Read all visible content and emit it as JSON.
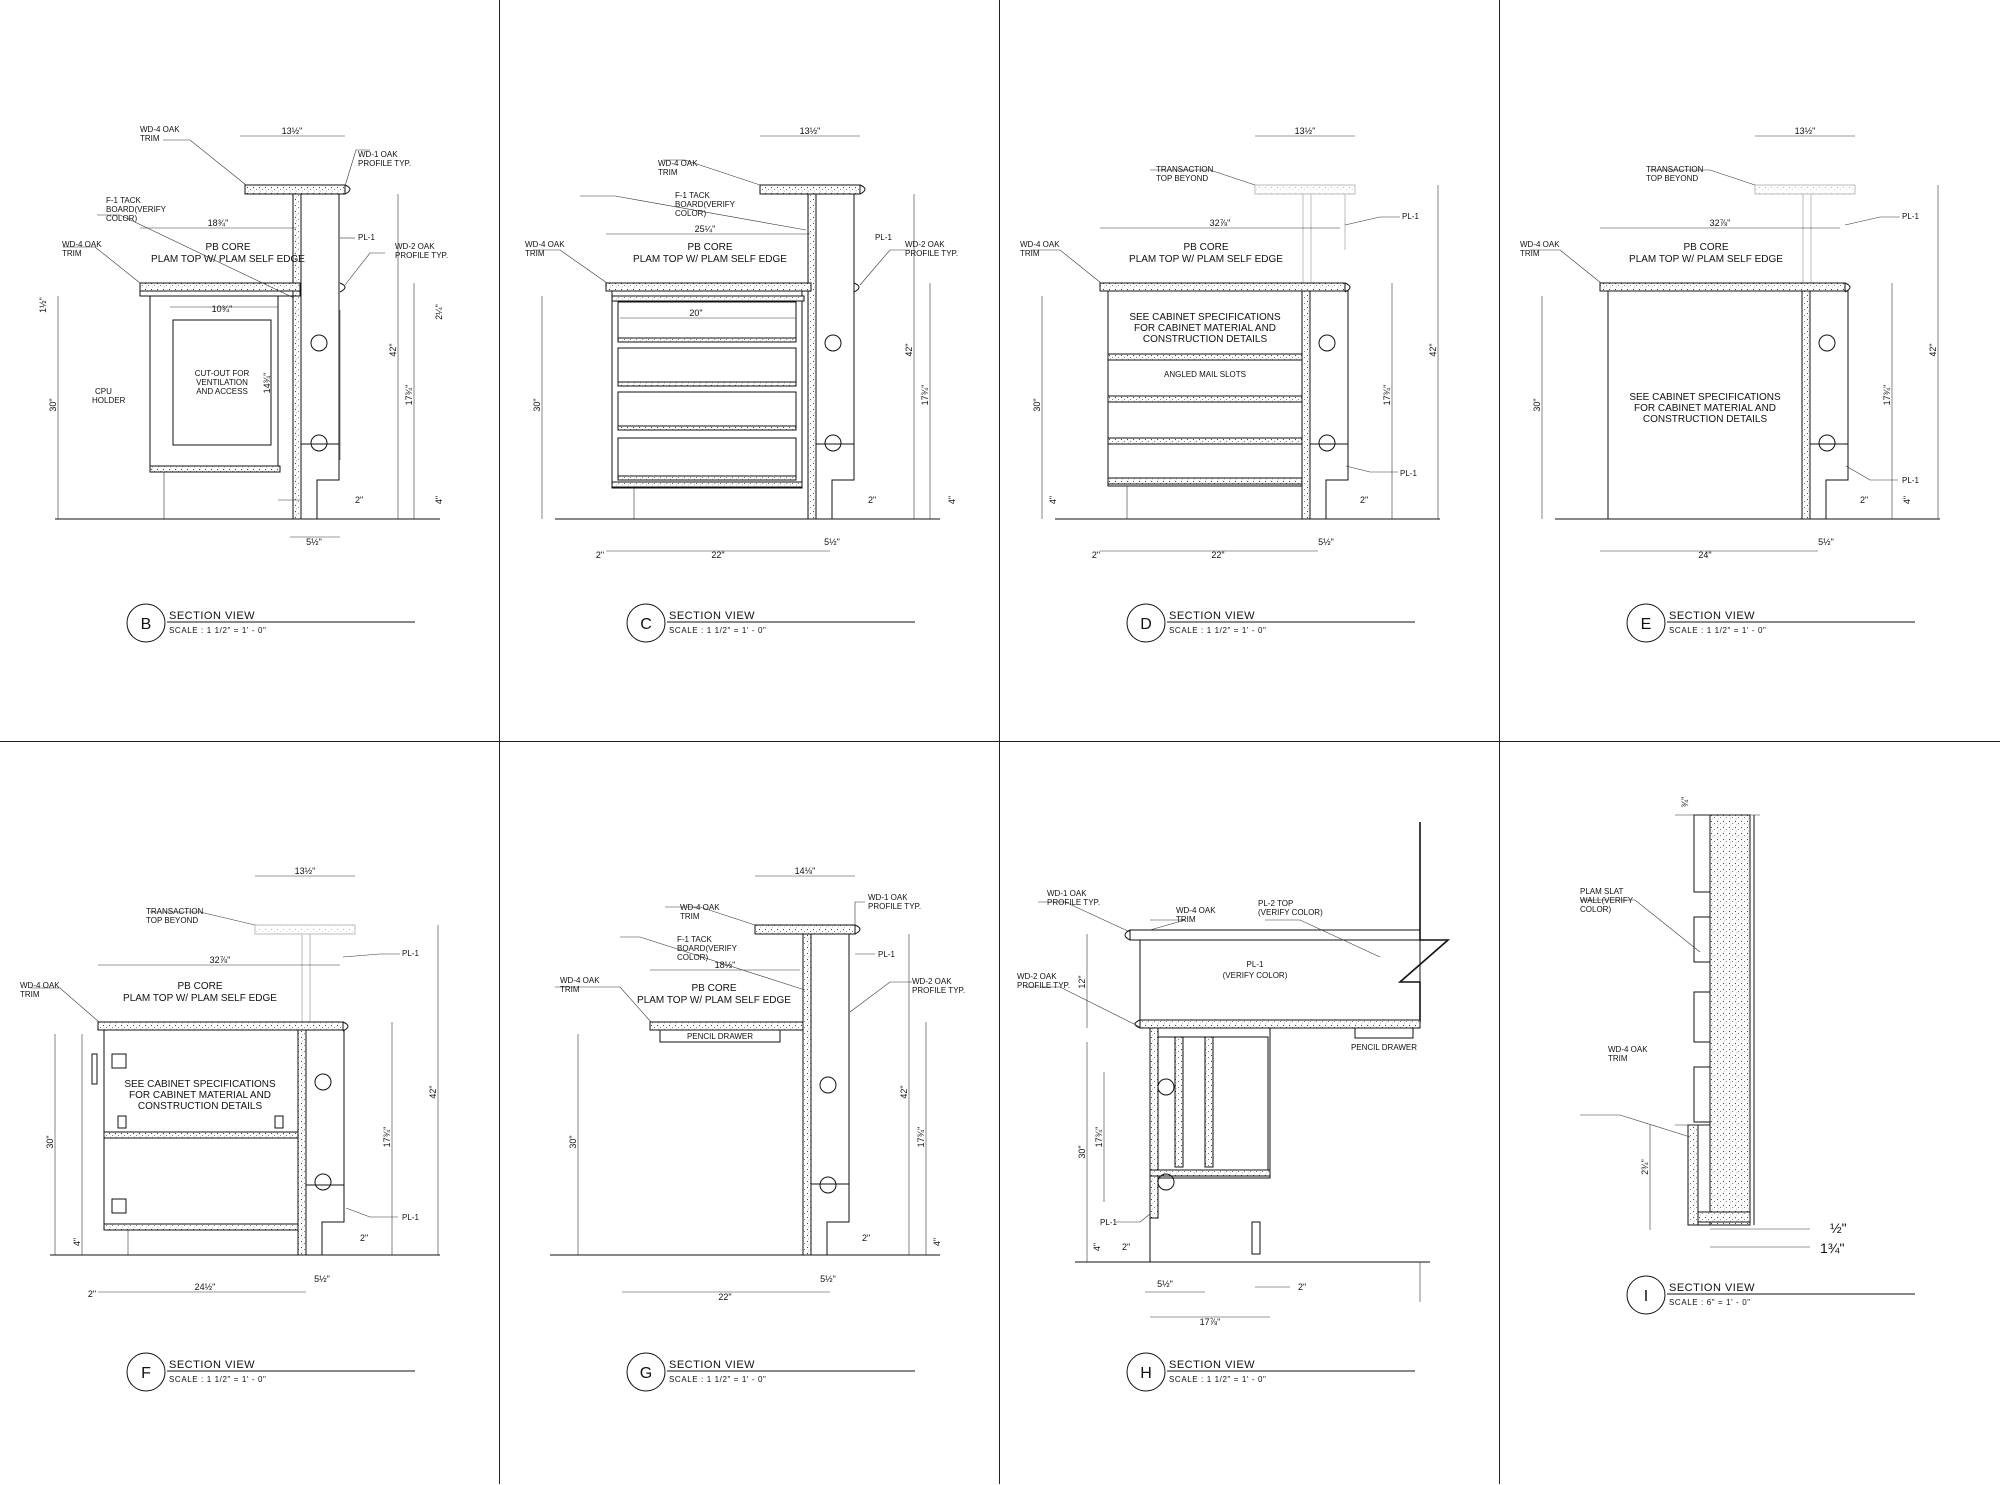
{
  "panels": [
    {
      "letter": "B",
      "title": "SECTION VIEW",
      "scale": "SCALE : 1 1/2\" = 1' - 0\"",
      "labels": {
        "wd4_top_a": "WD-4 OAK",
        "wd4_top_b": "TRIM",
        "wd1_a": "WD-1 OAK",
        "wd1_b": "PROFILE TYP.",
        "f1_a": "F-1 TACK",
        "f1_b": "BOARD(VERIFY",
        "f1_c": "COLOR)",
        "wd4_side_a": "WD-4 OAK",
        "wd4_side_b": "TRIM",
        "wd2_a": "WD-2 OAK",
        "wd2_b": "PROFILE TYP.",
        "pl1": "PL-1",
        "core1": "PB CORE",
        "core2": "PLAM TOP W/ PLAM SELF EDGE",
        "cpu_a": "CPU",
        "cpu_b": "HOLDER",
        "cut_a": "CUT-OUT FOR",
        "cut_b": "VENTILATION",
        "cut_c": "AND ACCESS"
      },
      "dims": {
        "top": "13½\"",
        "mid": "18¾\"",
        "inner": "10¾\"",
        "h30": "30\"",
        "h42": "42\"",
        "h17": "17¾\"",
        "d2": "2\"",
        "d5": "5½\"",
        "d4": "4\"",
        "d1": "1½\"",
        "d2a": "2¼\"",
        "d14": "14¾\""
      }
    },
    {
      "letter": "C",
      "title": "SECTION VIEW",
      "scale": "SCALE : 1 1/2\" = 1' - 0\"",
      "labels": {
        "wd4_top_a": "WD-4 OAK",
        "wd4_top_b": "TRIM",
        "f1_a": "F-1 TACK",
        "f1_b": "BOARD(VERIFY",
        "f1_c": "COLOR)",
        "wd4_side_a": "WD-4 OAK",
        "wd4_side_b": "TRIM",
        "wd2_a": "WD-2 OAK",
        "wd2_b": "PROFILE TYP.",
        "pl1": "PL-1",
        "core1": "PB CORE",
        "core2": "PLAM TOP W/ PLAM SELF EDGE"
      },
      "dims": {
        "top": "13½\"",
        "mid": "25¼\"",
        "inner": "20\"",
        "h30": "30\"",
        "h42": "42\"",
        "h17": "17¾\"",
        "w22": "22\"",
        "d2": "2\"",
        "d5": "5½\"",
        "d4": "4\""
      }
    },
    {
      "letter": "D",
      "title": "SECTION VIEW",
      "scale": "SCALE : 1 1/2\" = 1' - 0\"",
      "labels": {
        "trans_a": "TRANSACTION",
        "trans_b": "TOP BEYOND",
        "wd4_side_a": "WD-4 OAK",
        "wd4_side_b": "TRIM",
        "pl1": "PL-1",
        "pl1b": "PL-1",
        "core1": "PB CORE",
        "core2": "PLAM TOP W/ PLAM SELF EDGE",
        "spec_a": "SEE CABINET SPECIFICATIONS",
        "spec_b": "FOR CABINET MATERIAL AND",
        "spec_c": "CONSTRUCTION DETAILS",
        "mail": "ANGLED MAIL SLOTS"
      },
      "dims": {
        "top": "13½\"",
        "mid": "32⅞\"",
        "h30": "30\"",
        "h42": "42\"",
        "h17": "17¾\"",
        "w22": "22\"",
        "d2": "2\"",
        "d5": "5½\"",
        "d4": "4\""
      }
    },
    {
      "letter": "E",
      "title": "SECTION VIEW",
      "scale": "SCALE : 1 1/2\" = 1' - 0\"",
      "labels": {
        "trans_a": "TRANSACTION",
        "trans_b": "TOP BEYOND",
        "wd4_side_a": "WD-4 OAK",
        "wd4_side_b": "TRIM",
        "pl1": "PL-1",
        "pl1b": "PL-1",
        "core1": "PB CORE",
        "core2": "PLAM TOP W/ PLAM SELF EDGE",
        "spec_a": "SEE CABINET SPECIFICATIONS",
        "spec_b": "FOR CABINET MATERIAL AND",
        "spec_c": "CONSTRUCTION DETAILS"
      },
      "dims": {
        "top": "13½\"",
        "mid": "32⅞\"",
        "h30": "30\"",
        "h42": "42\"",
        "h17": "17¾\"",
        "w24": "24\"",
        "d2": "2\"",
        "d5": "5½\"",
        "d4": "4\""
      }
    },
    {
      "letter": "F",
      "title": "SECTION VIEW",
      "scale": "SCALE : 1 1/2\" = 1' - 0\"",
      "labels": {
        "trans_a": "TRANSACTION",
        "trans_b": "TOP BEYOND",
        "wd4_side_a": "WD-4 OAK",
        "wd4_side_b": "TRIM",
        "pl1": "PL-1",
        "pl1b": "PL-1",
        "core1": "PB CORE",
        "core2": "PLAM TOP W/ PLAM SELF EDGE",
        "spec_a": "SEE CABINET SPECIFICATIONS",
        "spec_b": "FOR CABINET MATERIAL AND",
        "spec_c": "CONSTRUCTION DETAILS"
      },
      "dims": {
        "top": "13½\"",
        "mid": "32⅞\"",
        "h30": "30\"",
        "h42": "42\"",
        "h17": "17¾\"",
        "w24": "24½\"",
        "d2": "2\"",
        "d5": "5½\"",
        "d4": "4\""
      }
    },
    {
      "letter": "G",
      "title": "SECTION VIEW",
      "scale": "SCALE : 1 1/2\" = 1' - 0\"",
      "labels": {
        "wd4_top_a": "WD-4 OAK",
        "wd4_top_b": "TRIM",
        "wd1_a": "WD-1 OAK",
        "wd1_b": "PROFILE TYP.",
        "f1_a": "F-1 TACK",
        "f1_b": "BOARD(VERIFY",
        "f1_c": "COLOR)",
        "wd4_side_a": "WD-4 OAK",
        "wd4_side_b": "TRIM",
        "wd2_a": "WD-2 OAK",
        "wd2_b": "PROFILE TYP.",
        "pl1": "PL-1",
        "core1": "PB CORE",
        "core2": "PLAM TOP W/ PLAM SELF EDGE",
        "pencil": "PENCIL DRAWER"
      },
      "dims": {
        "top": "14⅛\"",
        "mid": "18½\"",
        "h30": "30\"",
        "h42": "42\"",
        "h17": "17¾\"",
        "w22": "22\"",
        "d2": "2\"",
        "d5": "5½\"",
        "d4": "4\""
      }
    },
    {
      "letter": "H",
      "title": "SECTION VIEW",
      "scale": "SCALE : 1 1/2\" = 1' - 0\"",
      "labels": {
        "wd4_top_a": "WD-4 OAK",
        "wd4_top_b": "TRIM",
        "wd1_a": "WD-1 OAK",
        "wd1_b": "PROFILE TYP.",
        "pl2_a": "PL-2 TOP",
        "pl2_b": "(VERIFY COLOR)",
        "wd2_a": "WD-2 OAK",
        "wd2_b": "PROFILE TYP.",
        "pl1_center_a": "PL-1",
        "pl1_center_b": "(VERIFY COLOR)",
        "pl1": "PL-1",
        "pencil": "PENCIL DRAWER"
      },
      "dims": {
        "h12": "12\"",
        "h30": "30\"",
        "h17": "17¾\"",
        "w17": "17⅞\"",
        "d2": "2\"",
        "d5": "5½\"",
        "d4": "4\""
      }
    },
    {
      "letter": "I",
      "title": "SECTION VIEW",
      "scale": "SCALE : 6\" = 1' - 0\"",
      "labels": {
        "slat_a": "PLAM SLAT",
        "slat_b": "WALL(VERIFY",
        "slat_c": "COLOR)",
        "wd4_a": "WD-4 OAK",
        "wd4_b": "TRIM"
      },
      "dims": {
        "top": "¾\"",
        "side": "2¾\"",
        "b1": "½\"",
        "b2": "1¾\""
      }
    }
  ]
}
